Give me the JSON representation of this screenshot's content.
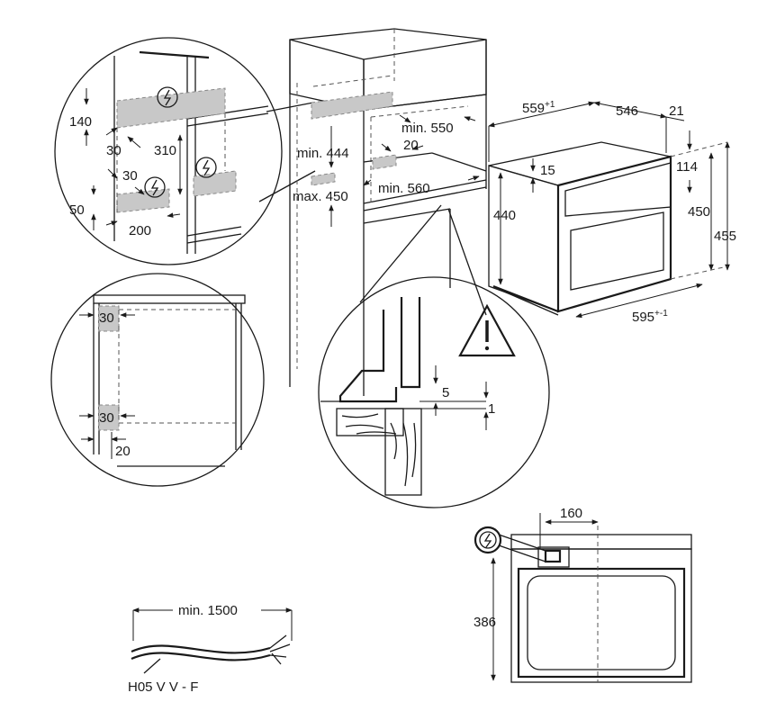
{
  "diagram": {
    "circle_top_left": {
      "dim_140": "140",
      "dim_30_a": "30",
      "dim_310": "310",
      "dim_30_b": "30",
      "dim_50": "50",
      "dim_200": "200"
    },
    "cabinet": {
      "dim_min444": "min. 444",
      "dim_max450": "max. 450",
      "dim_min550": "min. 550",
      "dim_20": "20",
      "dim_min560": "min. 560"
    },
    "oven": {
      "dim_559": "559",
      "dim_559_sup": "+1",
      "dim_546": "546",
      "dim_21": "21",
      "dim_15": "15",
      "dim_114": "114",
      "dim_440": "440",
      "dim_450": "450",
      "dim_455": "455",
      "dim_595": "595",
      "dim_595_sup": "+-1"
    },
    "circle_mid_left": {
      "dim_30_top": "30",
      "dim_30_bottom": "30",
      "dim_20": "20"
    },
    "circle_bottom_center": {
      "dim_5": "5",
      "dim_1": "1"
    },
    "cable": {
      "dim_min1500": "min. 1500",
      "cable_type": "H05 V V - F"
    },
    "front_view": {
      "dim_160": "160",
      "dim_386": "386"
    }
  }
}
